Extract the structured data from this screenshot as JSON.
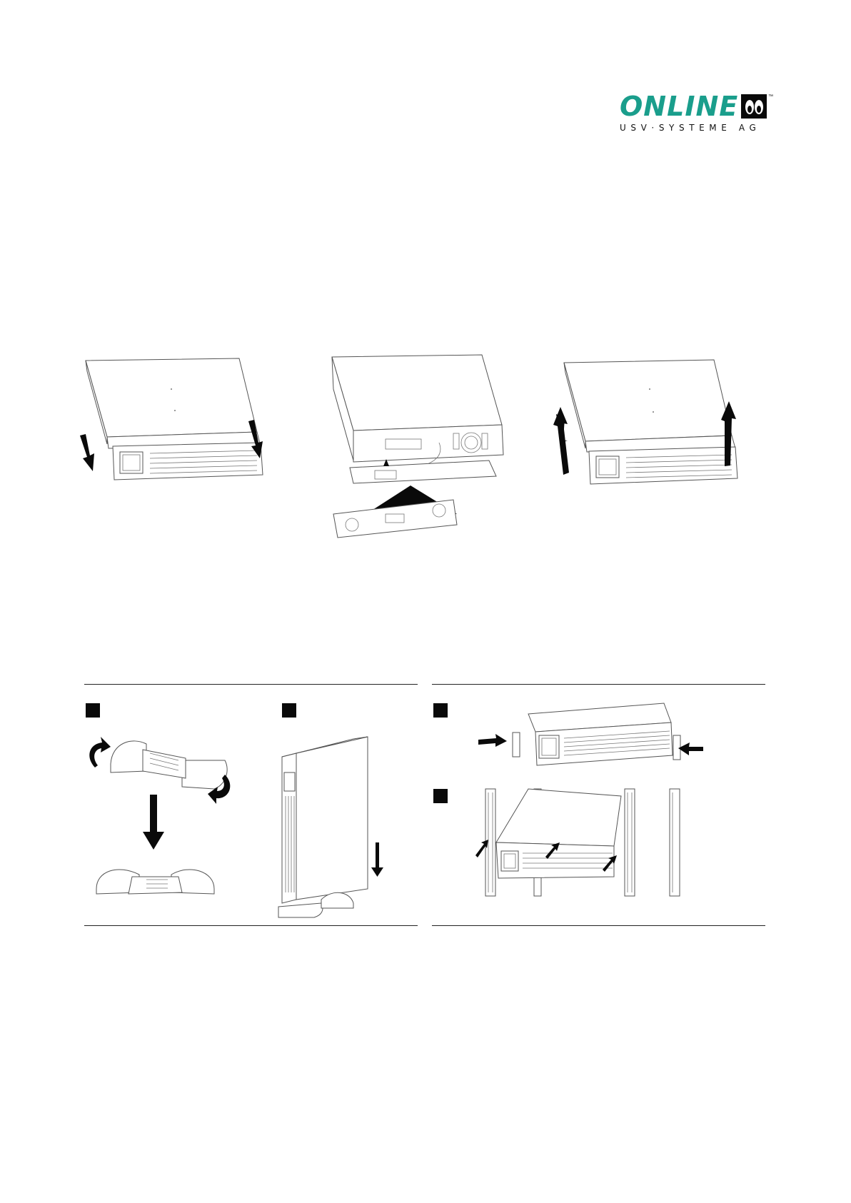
{
  "brand": {
    "word": "ONLINE",
    "tagline": "USV·SYSTEME AG",
    "trademark": "™",
    "color": "#1a9e8c"
  },
  "figures": {
    "top_row": [
      "ups-front-panel-remove",
      "ups-front-panel-battery-connect",
      "ups-front-panel-attach"
    ],
    "tower_section": [
      "tower-stand-assembly",
      "tower-install"
    ],
    "rack_section": [
      "rack-ears-attach",
      "rack-install"
    ]
  },
  "colors": {
    "ink": "#0a0a0a",
    "line": "#555555",
    "rule": "#222222"
  }
}
